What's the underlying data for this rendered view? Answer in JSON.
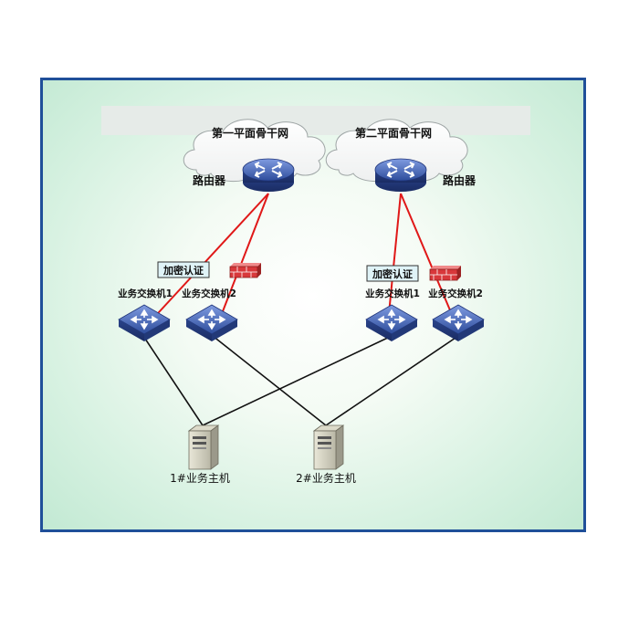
{
  "clouds": [
    {
      "label": "第一平面骨干网"
    },
    {
      "label": "第二平面骨干网"
    }
  ],
  "routers": [
    {
      "label": "路由器"
    },
    {
      "label": "路由器"
    }
  ],
  "encryption_badge": "加密认证",
  "switches": [
    {
      "label": "业务交换机1"
    },
    {
      "label": "业务交换机2"
    },
    {
      "label": "业务交换机1"
    },
    {
      "label": "业务交换机2"
    }
  ],
  "hosts": [
    {
      "label": "1#业务主机"
    },
    {
      "label": "2#业务主机"
    }
  ],
  "colors": {
    "frame_border": "#1f4f99",
    "uplink": "#e01818",
    "downlink": "#111111",
    "device_blue": "#3b5fae",
    "firewall": "#d8383b"
  },
  "icons": {
    "router": "router-icon",
    "switch": "switch-icon",
    "firewall": "firewall-icon",
    "host": "server-icon",
    "cloud": "cloud-icon"
  }
}
